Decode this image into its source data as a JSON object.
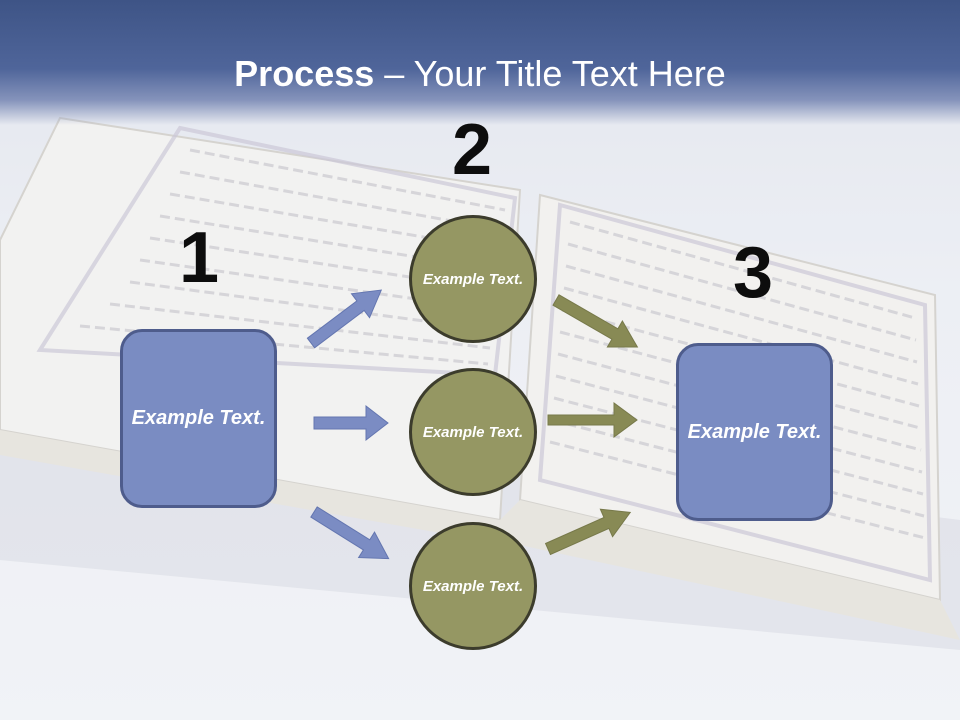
{
  "title": {
    "bold": "Process",
    "rest": " – Your Title Text Here"
  },
  "steps": {
    "one": "1",
    "two": "2",
    "three": "3"
  },
  "left_box": {
    "label": "Example Text."
  },
  "right_box": {
    "label": "Example Text."
  },
  "circles": [
    {
      "label": "Example Text."
    },
    {
      "label": "Example Text."
    },
    {
      "label": "Example Text."
    }
  ],
  "colors": {
    "header": "#3e5486",
    "box_fill": "#7a8cc2",
    "circle_fill": "#959763",
    "blue_arrow": "#7b8cc3",
    "olive_arrow": "#888a55"
  }
}
